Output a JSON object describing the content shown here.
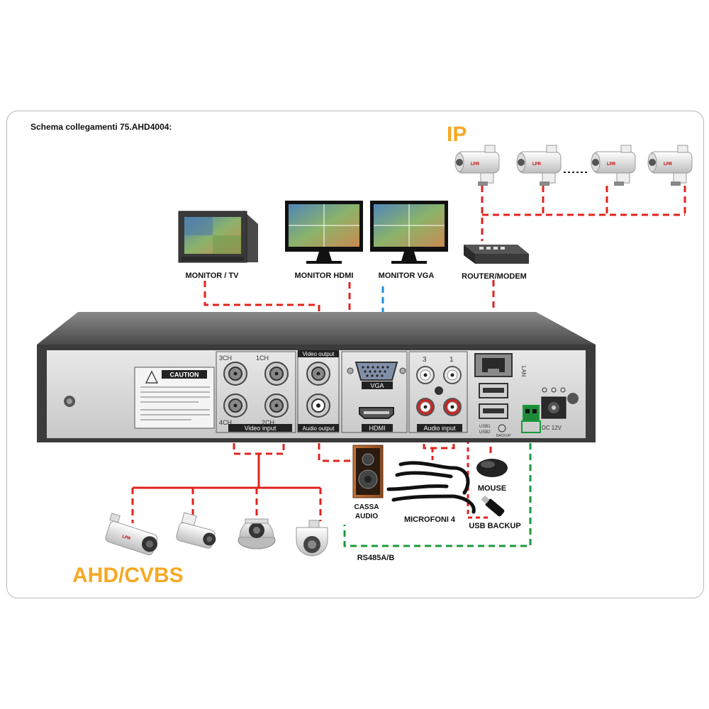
{
  "title": "Schema collegamenti 75.AHD4004:",
  "labels": {
    "ip": "IP",
    "ahd": "AHD/CVBS",
    "monitor_tv": "MONITOR / TV",
    "monitor_hdmi": "MONITOR HDMI",
    "monitor_vga": "MONITOR VGA",
    "router": "ROUTER/MODEM",
    "mouse": "MOUSE",
    "cassa_1": "CASSA",
    "cassa_2": "AUDIO",
    "microfoni": "MICROFONI 4",
    "usb_backup": "USB BACKUP",
    "rs485": "RS485A/B"
  },
  "panel": {
    "caution": "CAUTION",
    "ch3": "3CH",
    "ch1": "1CH",
    "ch4": "4CH",
    "ch2": "2CH",
    "video_input": "Video input",
    "video_output": "Video output",
    "audio_output": "Audio output",
    "vga": "VGA",
    "hdmi": "HDMI",
    "audio_in_3": "3",
    "audio_in_1": "1",
    "audio_input": "Audio input",
    "lan": "LAN",
    "usb1": "USB1",
    "usb2": "USB2",
    "backup": "BACKUP",
    "dc": "DC 12V"
  },
  "colors": {
    "orange": "#f7a823",
    "red": "#e0231c",
    "green": "#1a9a3a",
    "blue": "#1d8fd6"
  }
}
